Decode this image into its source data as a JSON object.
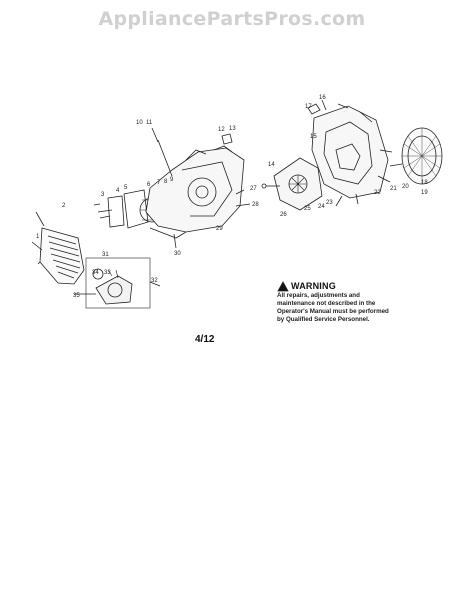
{
  "watermark": "AppliancePartsPros.com",
  "page_number": "4/12",
  "warning": {
    "title": "WARNING",
    "body": "All repairs, adjustments and maintenance not described in the Operator's Manual must be performed by Qualified Service Personnel."
  },
  "part_numbers": [
    "1",
    "2",
    "3",
    "4",
    "5",
    "6",
    "7",
    "8",
    "9",
    "10",
    "11",
    "12",
    "13",
    "14",
    "15",
    "16",
    "17",
    "18",
    "19",
    "20",
    "21",
    "22",
    "23",
    "24",
    "25",
    "26",
    "27",
    "28",
    "29",
    "30",
    "31",
    "32",
    "33",
    "34",
    "35"
  ],
  "colors": {
    "watermark": "#d0d0d0",
    "linework": "#222222",
    "background": "#ffffff"
  }
}
